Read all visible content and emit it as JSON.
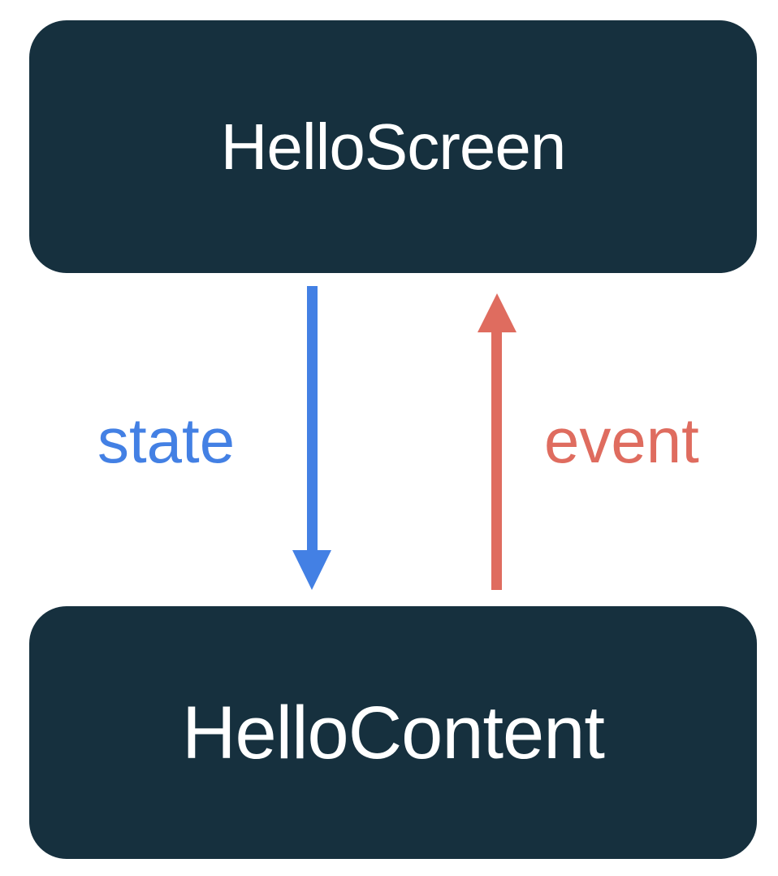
{
  "diagram": {
    "title": "HelloScreen / HelloContent state-event flow",
    "background_color": "#ffffff",
    "nodes": [
      {
        "id": "hello-screen",
        "label": "HelloScreen",
        "fill_color": "#16303E",
        "text_color": "#FFFFFF"
      },
      {
        "id": "hello-content",
        "label": "HelloContent",
        "fill_color": "#16303E",
        "text_color": "#FFFFFF"
      }
    ],
    "edges": [
      {
        "id": "state",
        "label": "state",
        "color": "#4380E4",
        "direction": "down",
        "from": "HelloScreen",
        "to": "HelloContent"
      },
      {
        "id": "event",
        "label": "event",
        "color": "#DF6C5F",
        "direction": "up",
        "from": "HelloContent",
        "to": "HelloScreen"
      }
    ]
  }
}
